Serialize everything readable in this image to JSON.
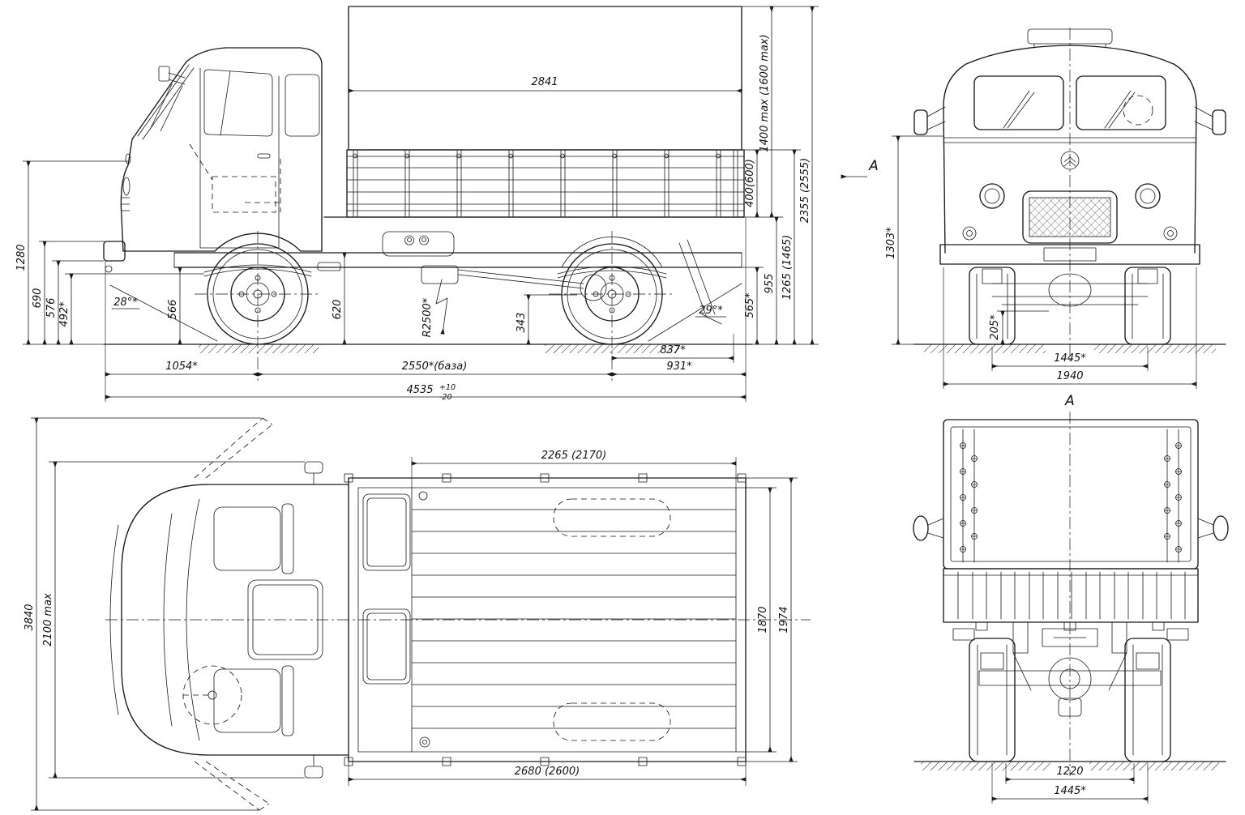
{
  "meta": {
    "background": "#ffffff",
    "ink": "#1a1a1a",
    "drawing_type": "vehicle dimensional blueprint (flatbed truck, 4 views)"
  },
  "side": {
    "dims": {
      "bed_length": "2841",
      "canopy_height": "1400 max (1600 max)",
      "board_height": "400(600)",
      "overall_height": "2355 (2555)",
      "side_top_height": "1265 (1465)",
      "floor_height": "955",
      "frame_height": "565*",
      "front_height": "1280",
      "bumper_top_height": "690",
      "bumper_bottom_height": "576",
      "axle_height": "492*",
      "front_frame_height": "566",
      "mid_height": "620",
      "clearance": "343",
      "approach_angle": "28°*",
      "departure_angle": "29°*",
      "ramp_radius": "R2500*",
      "rear_spring_length": "837*",
      "rear_overhang": "931*",
      "front_overhang": "1054*",
      "wheelbase": "2550*(база)",
      "overall_length": "4535",
      "tol_plus": "+10",
      "tol_minus": "-20",
      "view_arrow_label": "A"
    }
  },
  "front": {
    "dims": {
      "cab_height": "1303*",
      "axle_clearance": "205*",
      "track": "1445*",
      "overall_width": "1940"
    }
  },
  "plan": {
    "dims": {
      "bed_inner_length": "2265 (2170)",
      "bed_inner_width": "1870",
      "bed_outer_width": "1974",
      "bed_outer_length": "2680 (2600)",
      "width_doors_open": "3840",
      "width_over_mirrors": "2100 max"
    }
  },
  "rear": {
    "dims": {
      "view_label": "A",
      "inner_track": "1220",
      "track": "1445*"
    }
  }
}
